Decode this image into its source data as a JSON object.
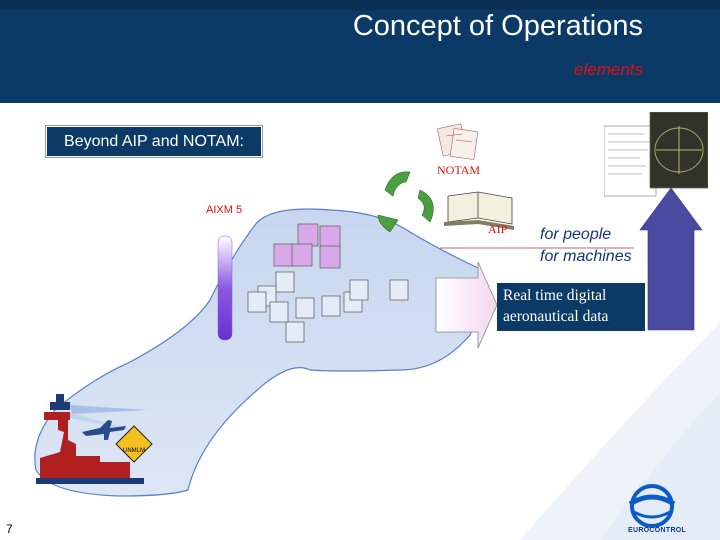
{
  "header": {
    "title": "Concept of Operations",
    "subtitle": "elements"
  },
  "beyond_label": "Beyond AIP and NOTAM:",
  "labels": {
    "notam": "NOTAM",
    "aip": "AIP",
    "aixm": "AIXM 5",
    "for_people": "for people",
    "for_machines": "for machines",
    "realtime_line1": "Real time digital",
    "realtime_line2": "aeronautical data",
    "unmlm_logo": "UNMLM"
  },
  "footer": {
    "page_number": "7",
    "logo_text": "EUROCONTROL"
  },
  "colors": {
    "header_bg": "#0c3a66",
    "accent_red": "#e01010",
    "blob_fill": "#d0dcf0",
    "arrow": "#4a4aa0"
  },
  "icons": [
    "notam-papers-icon",
    "aip-book-icon",
    "recycle-icon",
    "airport-tower-icon",
    "airplane-icon",
    "eurocontrol-logo"
  ]
}
